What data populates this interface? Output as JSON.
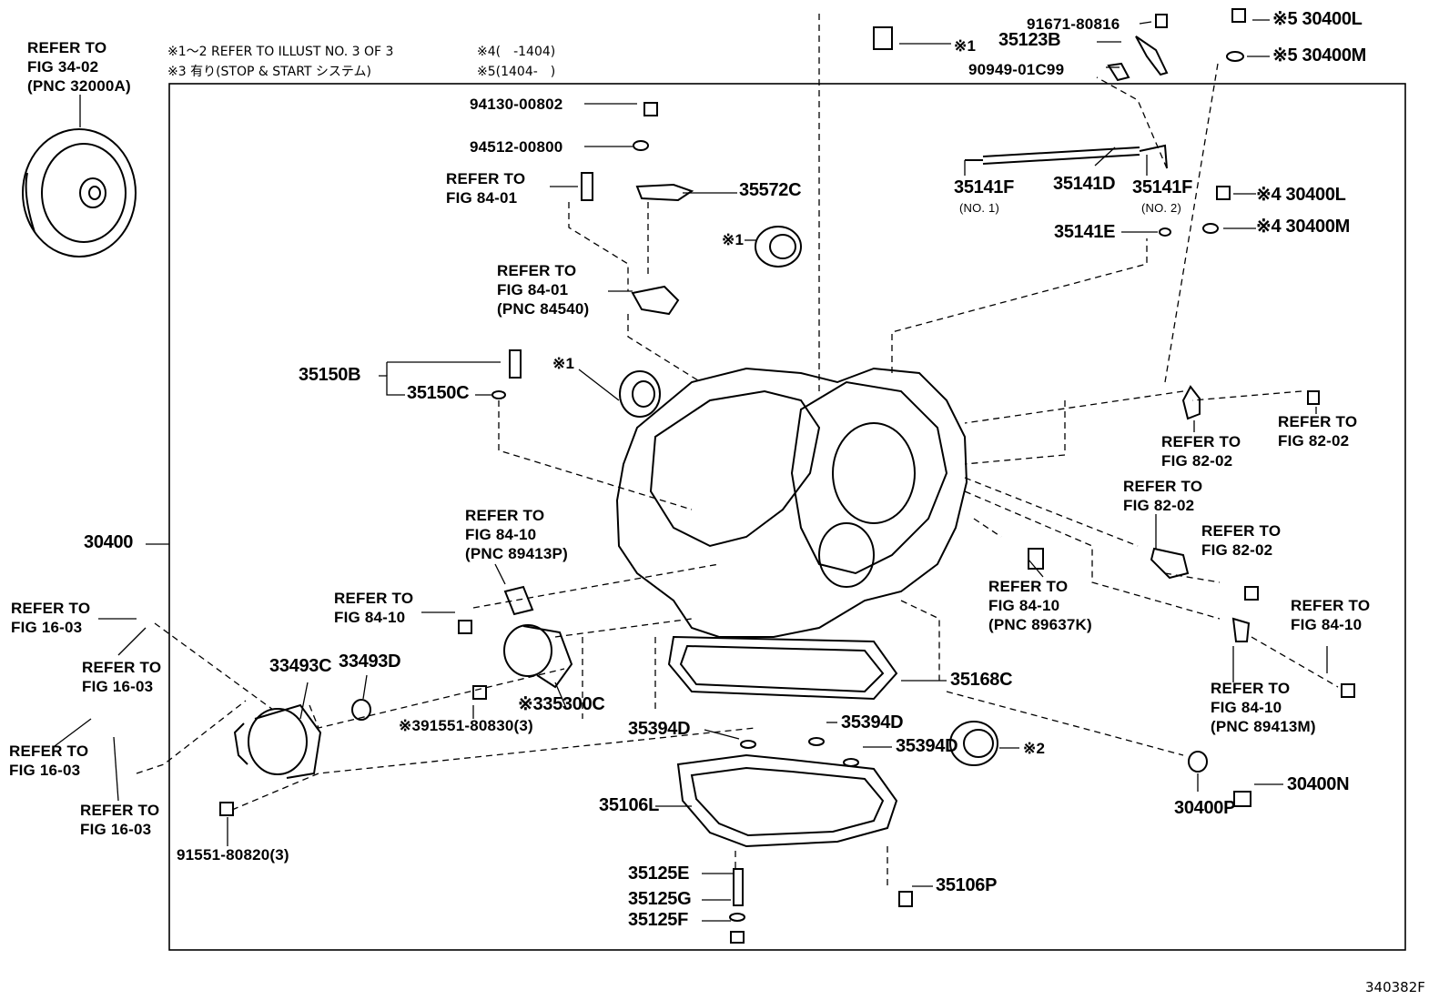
{
  "notes": {
    "n1": "※1～2 REFER TO ILLUST NO. 3 OF 3",
    "n3": "※3 有り(STOP & START システム)",
    "n4": "※4(　-1404)",
    "n5": "※5(1404-　)"
  },
  "illustration_code": "340382F",
  "labels": {
    "ref_fig3402": "REFER TO\nFIG 34-02\n(PNC 32000A)",
    "p94130": "94130-00802",
    "p94512": "94512-00800",
    "ref_fig8401_a": "REFER TO\nFIG 84-01",
    "p35572c": "35572C",
    "mark1_a": "※1",
    "ref_fig8401_b": "REFER TO\nFIG 84-01\n(PNC 84540)",
    "p35150b": "35150B",
    "p35150c": "35150C",
    "mark1_b": "※1",
    "mark1_top": "※1",
    "p91671": "91671-80816",
    "p35123b": "35123B",
    "p90949": "90949-01C99",
    "p35141f_1": "35141F",
    "p35141f_1_sub": "(NO. 1)",
    "p35141d": "35141D",
    "p35141f_2": "35141F",
    "p35141f_2_sub": "(NO. 2)",
    "p35141e": "35141E",
    "p30400l_5": "※5 30400L",
    "p30400m_5": "※5 30400M",
    "p30400l_4": "※4 30400L",
    "p30400m_4": "※4 30400M",
    "ref_fig8202_a": "REFER TO\nFIG 82-02",
    "ref_fig8202_b": "REFER TO\nFIG 82-02",
    "ref_fig8202_c": "REFER TO\nFIG 82-02",
    "ref_fig8202_d": "REFER TO\nFIG 82-02",
    "p30400": "30400",
    "ref_fig8410_a": "REFER TO\nFIG 84-10\n(PNC 89413P)",
    "ref_fig8410_b": "REFER TO\nFIG 84-10",
    "ref_fig8410_c": "REFER TO\nFIG 84-10\n(PNC 89637K)",
    "ref_fig8410_d": "REFER TO\nFIG 84-10",
    "ref_fig8410_e": "REFER TO\nFIG 84-10\n(PNC 89413M)",
    "ref_fig1603_a": "REFER TO\nFIG 16-03",
    "ref_fig1603_b": "REFER TO\nFIG 16-03",
    "ref_fig1603_c": "REFER TO\nFIG 16-03",
    "ref_fig1603_d": "REFER TO\nFIG 16-03",
    "p33493c": "33493C",
    "p33493d": "33493D",
    "p91551_830": "※391551-80830(3)",
    "p35300c": "※335300C",
    "p35168c": "35168C",
    "p35394d_a": "35394D",
    "p35394d_b": "35394D",
    "p35394d_c": "35394D",
    "mark2": "※2",
    "p30400p": "30400P",
    "p30400n": "30400N",
    "p35106l": "35106L",
    "p35125e": "35125E",
    "p35125g": "35125G",
    "p35125f": "35125F",
    "p35106p": "35106P",
    "p91551_820": "91551-80820(3)"
  }
}
